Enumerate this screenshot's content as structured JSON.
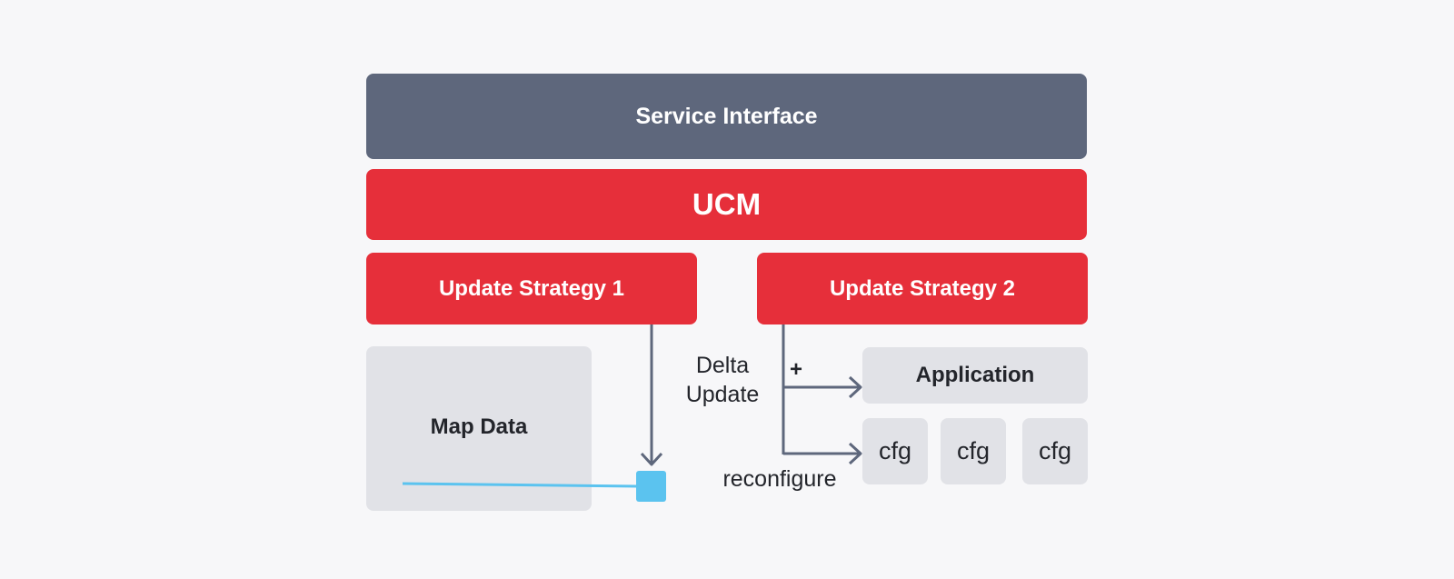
{
  "diagram": {
    "service_interface": "Service Interface",
    "ucm": "UCM",
    "strategy_1": "Update Strategy 1",
    "strategy_2": "Update Strategy 2",
    "map_data": "Map Data",
    "application": "Application",
    "cfg_boxes": [
      "cfg",
      "cfg",
      "cfg"
    ],
    "delta_update_line1": "Delta",
    "delta_update_line2": "Update",
    "plus": "+",
    "reconfigure": "reconfigure"
  },
  "colors": {
    "background": "#f7f7f9",
    "service_interface": "#5e677c",
    "accent_red": "#e62f3a",
    "component_grey": "#e1e2e7",
    "connector": "#5e677c",
    "marker_blue": "#5bc3ef"
  }
}
